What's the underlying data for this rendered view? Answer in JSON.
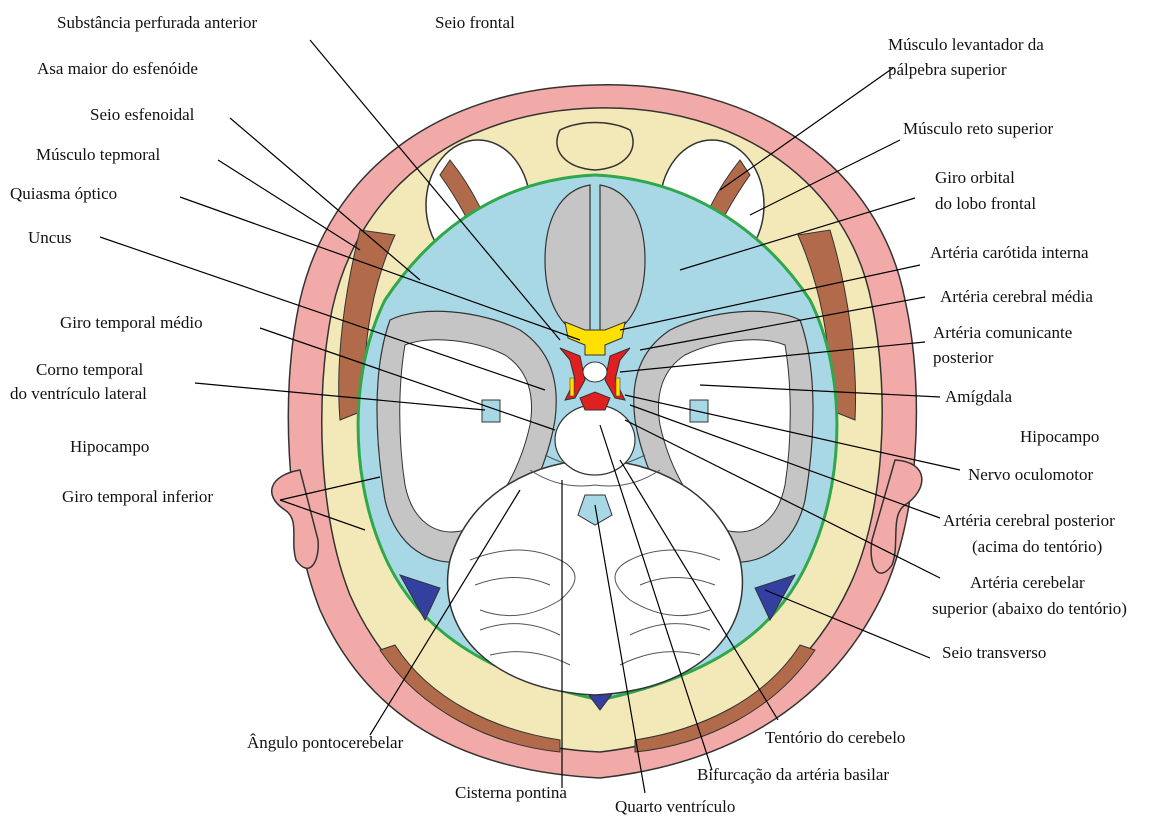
{
  "labels": {
    "substancia_perfurada": "Substância perfurada anterior",
    "asa_maior": "Asa maior do esfenóide",
    "seio_esfenoidal": "Seio esfenoidal",
    "musculo_temporal": "Músculo tepmoral",
    "quiasma": "Quiasma óptico",
    "uncus": "Uncus",
    "giro_temporal_medio": "Giro temporal médio",
    "corno_temporal_1": "Corno temporal",
    "corno_temporal_2": "do ventrículo lateral",
    "hipocampo_left": "Hipocampo",
    "giro_temporal_inferior": "Giro temporal inferior",
    "seio_frontal": "Seio frontal",
    "musculo_levantador_1": "Músculo levantador da",
    "musculo_levantador_2": "pálpebra superior",
    "musculo_reto": "Músculo reto superior",
    "giro_orbital_1": "Giro orbital",
    "giro_orbital_2": "do lobo frontal",
    "carotida": "Artéria carótida interna",
    "cerebral_media": "Artéria cerebral média",
    "comunicante_1": "Artéria comunicante",
    "comunicante_2": "posterior",
    "amigdala": "Amígdala",
    "hipocampo_right": "Hipocampo",
    "oculomotor": "Nervo oculomotor",
    "cerebral_posterior_1": "Artéria cerebral posterior",
    "cerebral_posterior_2": "(acima do tentório)",
    "cerebelar_superior_1": "Artéria cerebelar",
    "cerebelar_superior_2": "superior (abaixo do tentório)",
    "seio_transverso": "Seio transverso",
    "angulo": "Ângulo pontocerebelar",
    "cisterna": "Cisterna pontina",
    "quarto_ventriculo": "Quarto ventrículo",
    "tentorio": "Tentório do cerebelo",
    "bifurcacao": "Bifurcação da artéria basilar"
  },
  "colors": {
    "scalp": "#f2aaa8",
    "bone": "#f3e9b8",
    "muscle": "#b26b4a",
    "csf": "#a8d8e6",
    "sinus": "#3340a0",
    "gray_matter": "#c5c5c5",
    "white_matter": "#ffffff",
    "dura": "#2ea84a",
    "artery": "#e02020",
    "chiasm": "#ffe000"
  }
}
